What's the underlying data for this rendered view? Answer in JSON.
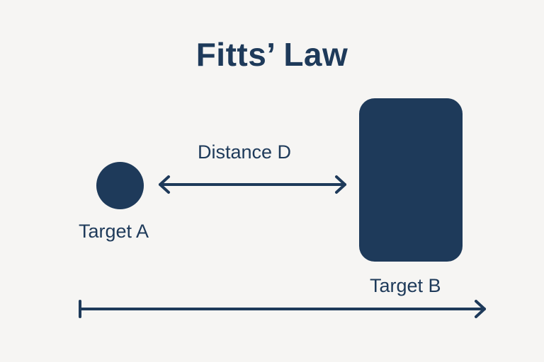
{
  "diagram": {
    "title": "Fitts’ Law",
    "distance_label": "Distance D",
    "target_a_label": "Target A",
    "target_b_label": "Target B"
  },
  "colors": {
    "ink": "#1e3a5a",
    "background": "#f6f5f3"
  }
}
